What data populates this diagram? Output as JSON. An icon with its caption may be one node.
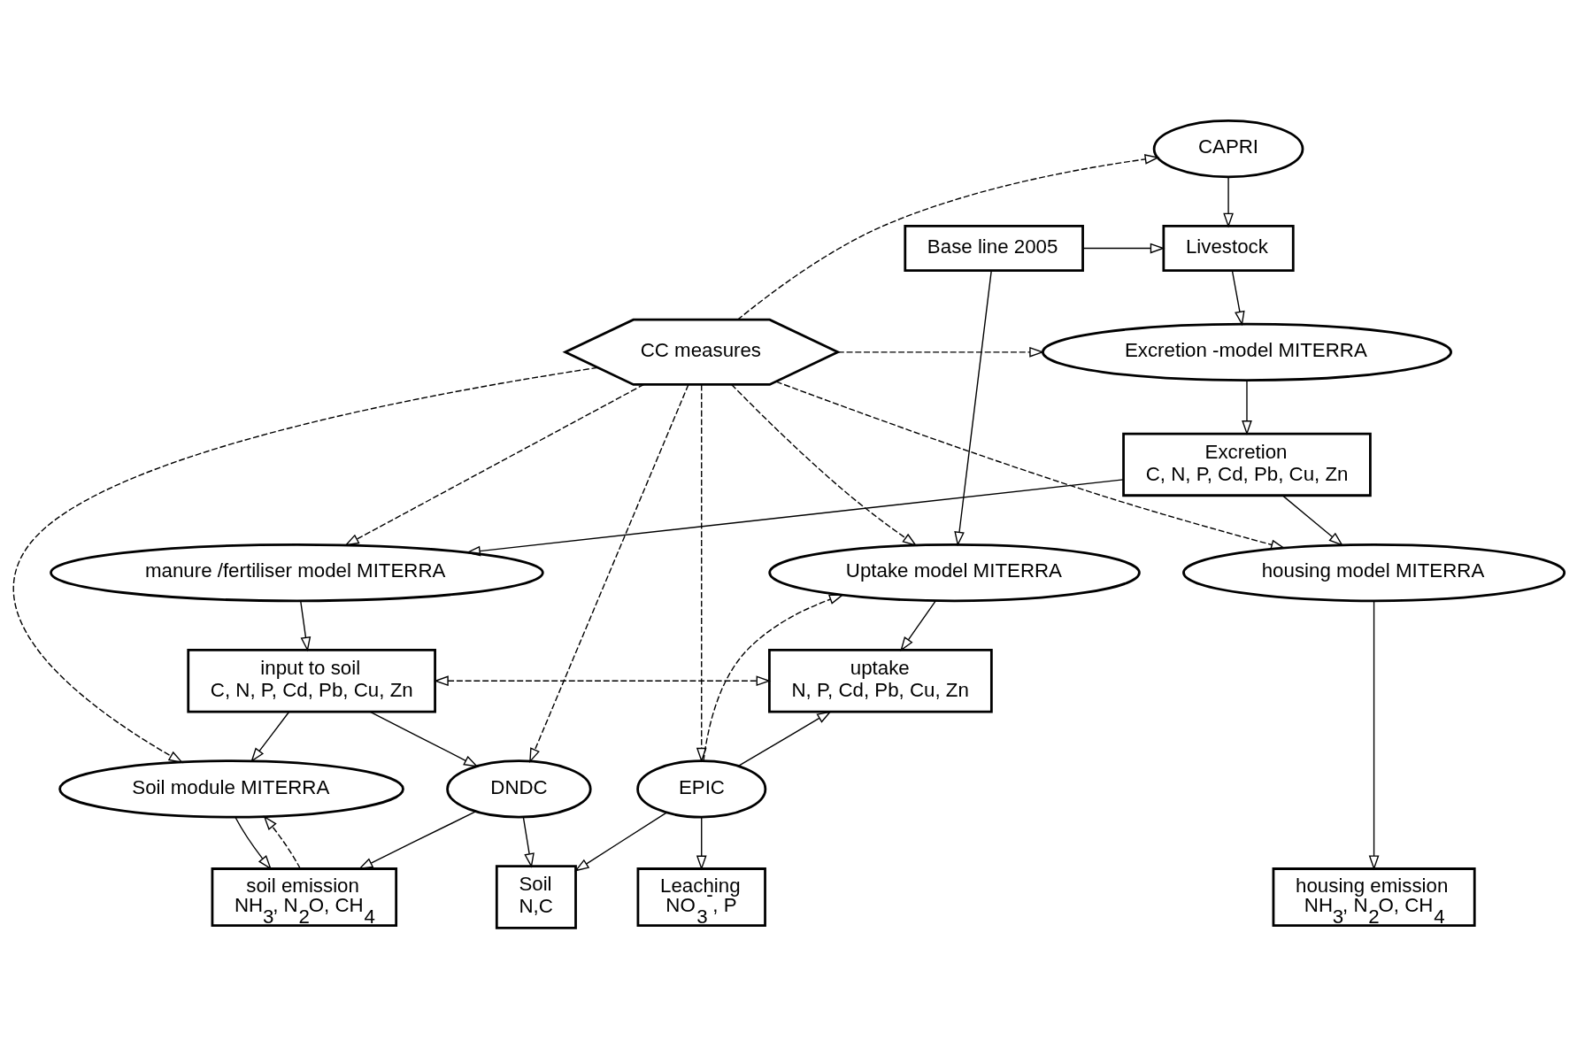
{
  "diagram": {
    "nodes": [
      {
        "text": [
          "CAPRI"
        ]
      },
      {
        "text": [
          "Livestock"
        ]
      },
      {
        "text": [
          "Base line 2005"
        ]
      },
      {
        "text": [
          "CC measures"
        ]
      },
      {
        "text": [
          "Excretion -model MITERRA"
        ]
      },
      {
        "text": [
          "Excretion",
          "C, N, P, Cd, Pb, Cu, Zn"
        ]
      },
      {
        "text": [
          "housing model MITERRA"
        ]
      },
      {
        "text": [
          "manure /fertiliser model MITERRA"
        ]
      },
      {
        "text": [
          "Uptake model MITERRA"
        ]
      },
      {
        "text": [
          "input to soil",
          "C, N, P, Cd, Pb, Cu, Zn"
        ]
      },
      {
        "text": [
          "uptake",
          "N, P, Cd, Pb, Cu, Zn"
        ]
      },
      {
        "text": [
          "Soil module MITERRA"
        ]
      },
      {
        "text": [
          "DNDC"
        ]
      },
      {
        "text": [
          "EPIC"
        ]
      },
      {
        "text": [
          "housing emission",
          "NH$_{3}$, N$_{2}$O, CH$_{4}$"
        ]
      },
      {
        "text": [
          "soil emission",
          "NH$_{3}$, N$_{2}$O, CH$_{4}$"
        ]
      },
      {
        "text": [
          "Soil",
          "N,C"
        ]
      },
      {
        "text": [
          "Leaching",
          "NO$_{3}$$^{-}$, P"
        ]
      }
    ],
    "edges": [
      {
        "from": 0,
        "to": 1,
        "arrow": "to"
      },
      {
        "from": 2,
        "to": 1,
        "arrow": "to"
      },
      {
        "from": 1,
        "to": 4,
        "arrow": "to"
      },
      {
        "from": 2,
        "to": 8,
        "arrow": "to"
      },
      {
        "from": 3,
        "to": 0,
        "arrow": "to",
        "style": "dashed"
      },
      {
        "from": 3,
        "to": 4,
        "arrow": "to",
        "style": "dashed"
      },
      {
        "from": 3,
        "to": 7,
        "arrow": "to",
        "style": "dashed"
      },
      {
        "from": 3,
        "to": 6,
        "arrow": "to",
        "style": "dashed"
      },
      {
        "from": 3,
        "to": 11,
        "arrow": "to",
        "style": "dashed"
      },
      {
        "from": 3,
        "to": 8,
        "arrow": "to",
        "style": "dashed"
      },
      {
        "from": 3,
        "to": 12,
        "arrow": "to",
        "style": "dashed"
      },
      {
        "from": 3,
        "to": 13,
        "arrow": "to",
        "style": "dashed"
      },
      {
        "from": 4,
        "to": 5,
        "arrow": "to"
      },
      {
        "from": 5,
        "to": 6,
        "arrow": "to"
      },
      {
        "from": 5,
        "to": 7,
        "arrow": "to"
      },
      {
        "from": 7,
        "to": 9,
        "arrow": "to"
      },
      {
        "from": 8,
        "to": 10,
        "arrow": "to"
      },
      {
        "from": 9,
        "to": 10,
        "arrow": "both",
        "style": "dashed"
      },
      {
        "from": 9,
        "to": 11,
        "arrow": "to"
      },
      {
        "from": 9,
        "to": 12,
        "arrow": "to"
      },
      {
        "from": 6,
        "to": 14,
        "arrow": "to"
      },
      {
        "from": 11,
        "to": 15,
        "arrow": "to"
      },
      {
        "from": 15,
        "to": 11,
        "arrow": "to",
        "style": "dashed"
      },
      {
        "from": 12,
        "to": 15,
        "arrow": "to"
      },
      {
        "from": 12,
        "to": 16,
        "arrow": "to"
      },
      {
        "from": 13,
        "to": 10,
        "arrow": "to"
      },
      {
        "from": 13,
        "to": 16,
        "arrow": "to"
      },
      {
        "from": 13,
        "to": 17,
        "arrow": "to"
      },
      {
        "from": 13,
        "to": 8,
        "arrow": "to",
        "style": "dashed"
      }
    ]
  }
}
